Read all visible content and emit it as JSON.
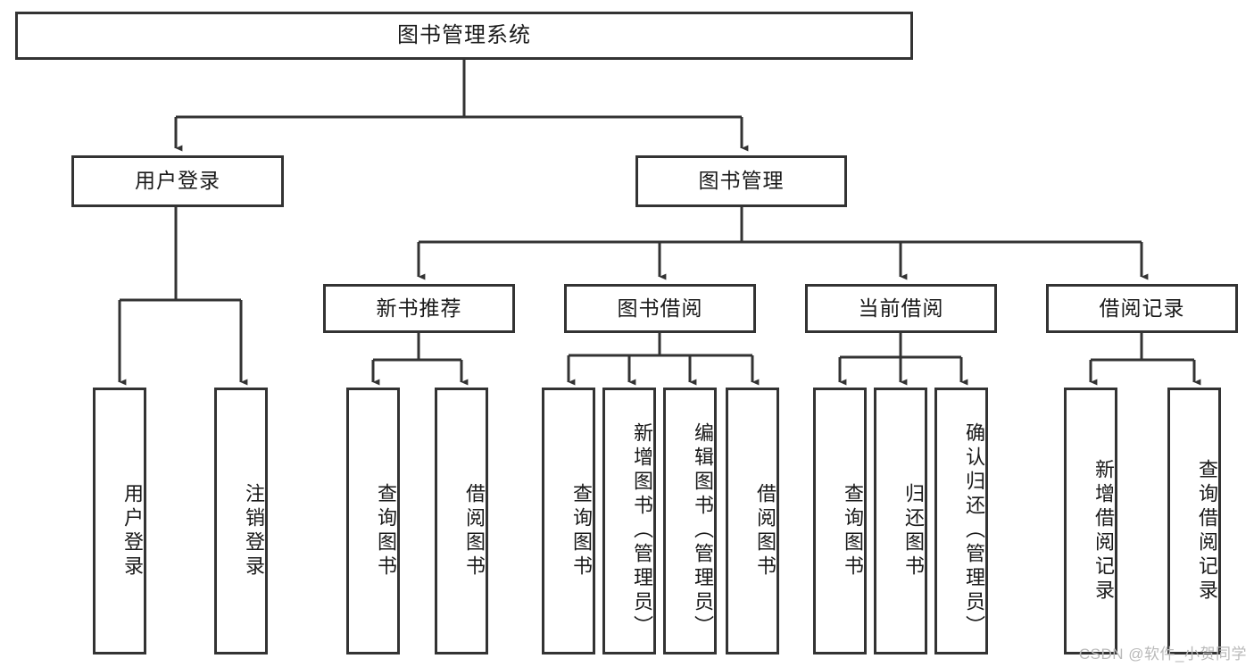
{
  "diagram": {
    "type": "tree-hierarchy",
    "title": "图书管理系统",
    "watermark": "CSDN @软件_小贺同学",
    "colors": {
      "border": "#333333",
      "background": "#ffffff",
      "text": "#1a1a1a",
      "connector": "#333333",
      "watermark": "#b9b9b9"
    },
    "nodes": {
      "root": {
        "label": "图书管理系统",
        "level": 1,
        "orientation": "horizontal"
      },
      "user_login": {
        "label": "用户登录",
        "level": 2,
        "orientation": "horizontal"
      },
      "book_manage": {
        "label": "图书管理",
        "level": 2,
        "orientation": "horizontal"
      },
      "new_book_rec": {
        "label": "新书推荐",
        "level": 3,
        "orientation": "horizontal"
      },
      "book_borrow": {
        "label": "图书借阅",
        "level": 3,
        "orientation": "horizontal"
      },
      "current_borrow": {
        "label": "当前借阅",
        "level": 3,
        "orientation": "horizontal"
      },
      "borrow_record": {
        "label": "借阅记录",
        "level": 3,
        "orientation": "horizontal"
      },
      "leaf_user_login": {
        "label": "用户登录",
        "level": 3,
        "orientation": "vertical"
      },
      "leaf_user_logout": {
        "label": "注销登录",
        "level": 3,
        "orientation": "vertical"
      },
      "leaf_rec_query": {
        "label": "查询图书",
        "level": 4,
        "orientation": "vertical"
      },
      "leaf_rec_borrow": {
        "label": "借阅图书",
        "level": 4,
        "orientation": "vertical"
      },
      "leaf_borrow_query": {
        "label": "查询图书",
        "level": 4,
        "orientation": "vertical"
      },
      "leaf_borrow_add": {
        "label": "新增图书（管理员）",
        "level": 4,
        "orientation": "vertical"
      },
      "leaf_borrow_edit": {
        "label": "编辑图书（管理员）",
        "level": 4,
        "orientation": "vertical"
      },
      "leaf_borrow_lend": {
        "label": "借阅图书",
        "level": 4,
        "orientation": "vertical"
      },
      "leaf_cur_query": {
        "label": "查询图书",
        "level": 4,
        "orientation": "vertical"
      },
      "leaf_cur_return": {
        "label": "归还图书",
        "level": 4,
        "orientation": "vertical"
      },
      "leaf_cur_confirm": {
        "label": "确认归还（管理员）",
        "level": 4,
        "orientation": "vertical"
      },
      "leaf_rec_add": {
        "label": "新增借阅记录",
        "level": 4,
        "orientation": "vertical"
      },
      "leaf_rec_query2": {
        "label": "查询借阅记录",
        "level": 4,
        "orientation": "vertical"
      }
    },
    "edges": [
      {
        "from": "root",
        "to": "user_login"
      },
      {
        "from": "root",
        "to": "book_manage"
      },
      {
        "from": "user_login",
        "to": "leaf_user_login"
      },
      {
        "from": "user_login",
        "to": "leaf_user_logout"
      },
      {
        "from": "book_manage",
        "to": "new_book_rec"
      },
      {
        "from": "book_manage",
        "to": "book_borrow"
      },
      {
        "from": "book_manage",
        "to": "current_borrow"
      },
      {
        "from": "book_manage",
        "to": "borrow_record"
      },
      {
        "from": "new_book_rec",
        "to": "leaf_rec_query"
      },
      {
        "from": "new_book_rec",
        "to": "leaf_rec_borrow"
      },
      {
        "from": "book_borrow",
        "to": "leaf_borrow_query"
      },
      {
        "from": "book_borrow",
        "to": "leaf_borrow_add"
      },
      {
        "from": "book_borrow",
        "to": "leaf_borrow_edit"
      },
      {
        "from": "book_borrow",
        "to": "leaf_borrow_lend"
      },
      {
        "from": "current_borrow",
        "to": "leaf_cur_query"
      },
      {
        "from": "current_borrow",
        "to": "leaf_cur_return"
      },
      {
        "from": "current_borrow",
        "to": "leaf_cur_confirm"
      },
      {
        "from": "borrow_record",
        "to": "leaf_rec_add"
      },
      {
        "from": "borrow_record",
        "to": "leaf_rec_query2"
      }
    ]
  }
}
